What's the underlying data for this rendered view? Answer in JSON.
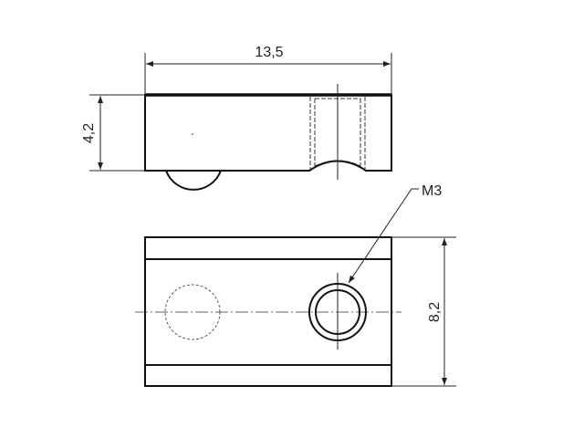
{
  "drawing": {
    "dimensions": {
      "width": "13,5",
      "height_side": "4,2",
      "height_bottom": "8,2"
    },
    "callout": {
      "thread": "M3"
    }
  }
}
